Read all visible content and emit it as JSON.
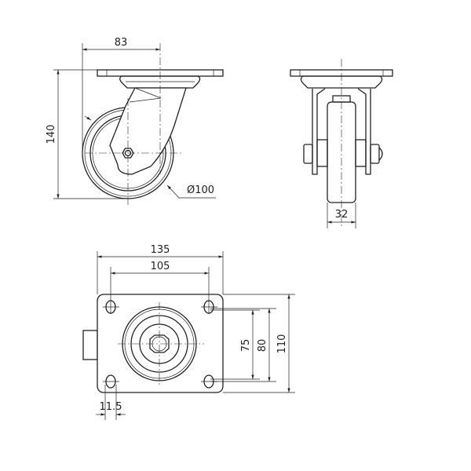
{
  "dimensions": {
    "side_offset": "83",
    "side_height": "140",
    "wheel_diameter": "Ø100",
    "wheel_width": "32",
    "plate_length": "135",
    "hole_spacing_length": "105",
    "hole_spacing_width": "75",
    "hole_spacing_width_outer": "80",
    "plate_width": "110",
    "hole_size": "11.5"
  }
}
